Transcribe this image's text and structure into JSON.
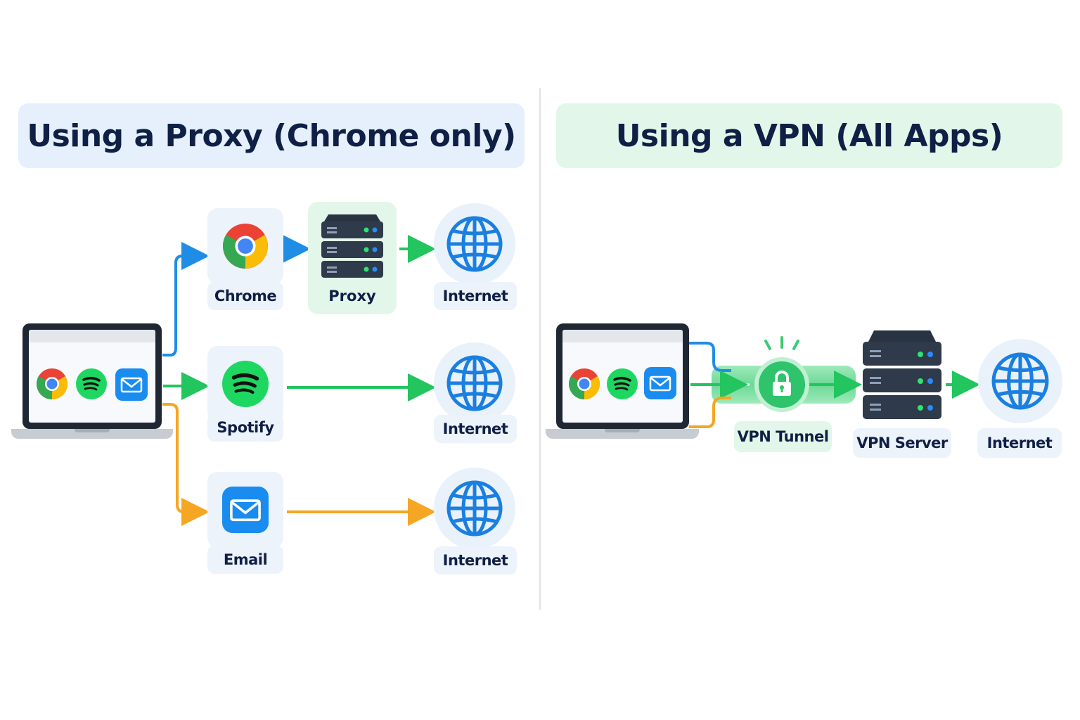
{
  "left_panel": {
    "title": "Using a Proxy (Chrome only)",
    "apps": [
      {
        "label": "Chrome",
        "icon": "chrome-icon"
      },
      {
        "label": "Spotify",
        "icon": "spotify-icon"
      },
      {
        "label": "Email",
        "icon": "mail-icon"
      }
    ],
    "proxy_label": "Proxy",
    "internet_labels": [
      "Internet",
      "Internet",
      "Internet"
    ]
  },
  "right_panel": {
    "title": "Using a VPN (All Apps)",
    "tunnel_label": "VPN Tunnel",
    "server_label": "VPN Server",
    "internet_label": "Internet"
  },
  "colors": {
    "proxy_title_bg": "#e5f0fc",
    "vpn_title_bg": "#e3f6ea",
    "chrome_line": "#1f8de6",
    "spotify_line": "#22c55e",
    "email_line": "#f5a623",
    "globe": "#1a7fe0"
  }
}
